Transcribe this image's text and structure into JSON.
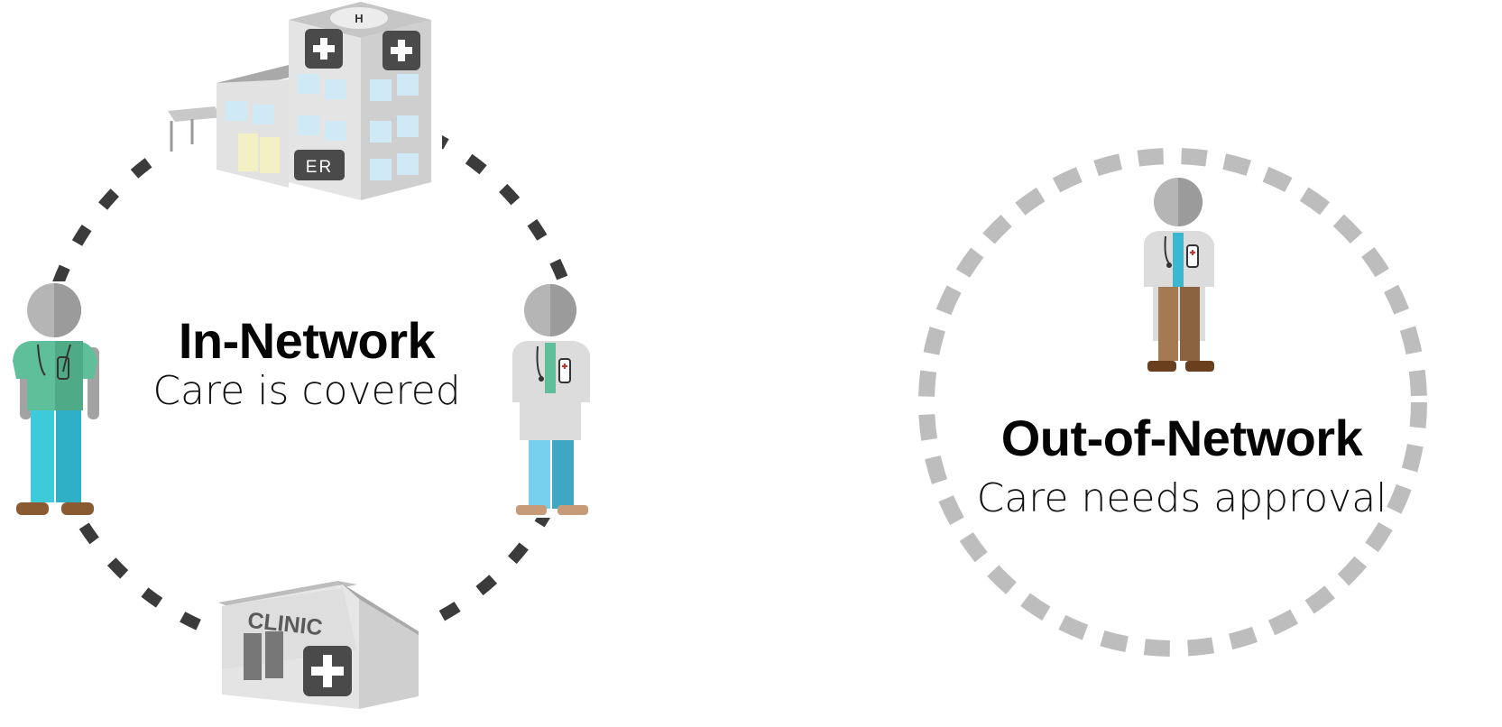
{
  "in_network": {
    "title": "In-Network",
    "subtitle": "Care is covered",
    "ring_color": "#3b3b3b"
  },
  "out_network": {
    "title": "Out-of-Network",
    "subtitle": "Care needs approval",
    "ring_color": "#bfbfbf"
  },
  "buildings": {
    "hospital_sign": "ER",
    "hospital_roof_mark": "H",
    "clinic_sign": "CLINIC"
  },
  "icons": {
    "hospital": "hospital-icon",
    "clinic": "clinic-icon",
    "provider_scrubs": "nurse-icon",
    "provider_labcoat": "doctor-icon",
    "provider_out": "doctor-icon"
  },
  "colors": {
    "scrubs_green": "#5fbf9a",
    "scrubs_blue": "#3bb7cf",
    "labcoat": "#d9d9d9",
    "head_gray": "#b5b5b5",
    "dark_gray": "#444444"
  }
}
